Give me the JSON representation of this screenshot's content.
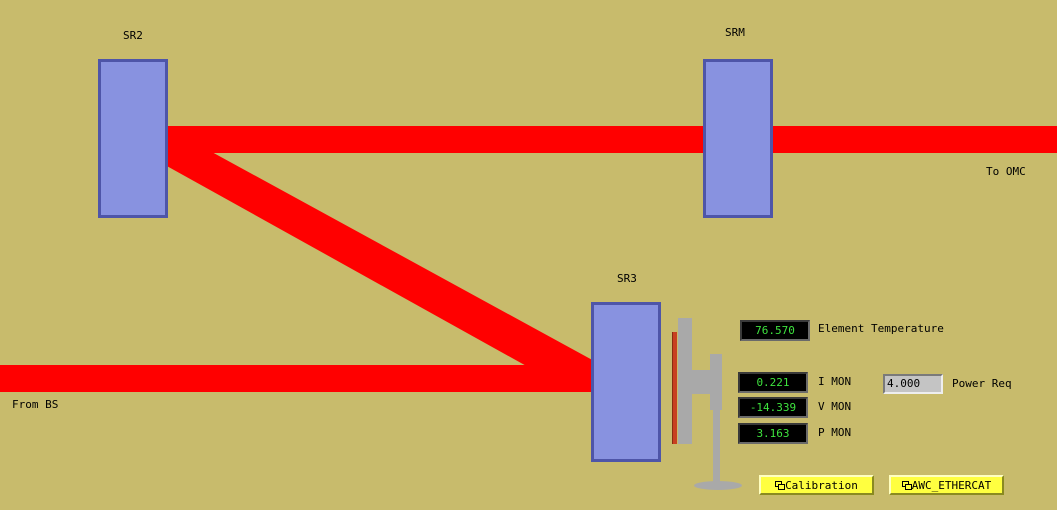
{
  "optics": {
    "sr2": "SR2",
    "srm": "SRM",
    "sr3": "SR3"
  },
  "beam_labels": {
    "to": "To OMC",
    "from": "From BS"
  },
  "readouts": {
    "element_temperature": {
      "value": "76.570",
      "label": "Element Temperature"
    },
    "i_mon": {
      "value": "0.221",
      "label": "I MON"
    },
    "v_mon": {
      "value": "-14.339",
      "label": "V MON"
    },
    "p_mon": {
      "value": "3.163",
      "label": "P MON"
    }
  },
  "power_req": {
    "value": "4.000",
    "label": "Power Req"
  },
  "buttons": {
    "calibration": "Calibration",
    "awc": "AWC_ETHERCAT"
  },
  "colors": {
    "background": "#c8bb6c",
    "beam": "#ff0000",
    "optic_fill": "#8892e0",
    "optic_border": "#4e55a8",
    "readout_text": "#3ee33e",
    "button": "#ffff40"
  }
}
